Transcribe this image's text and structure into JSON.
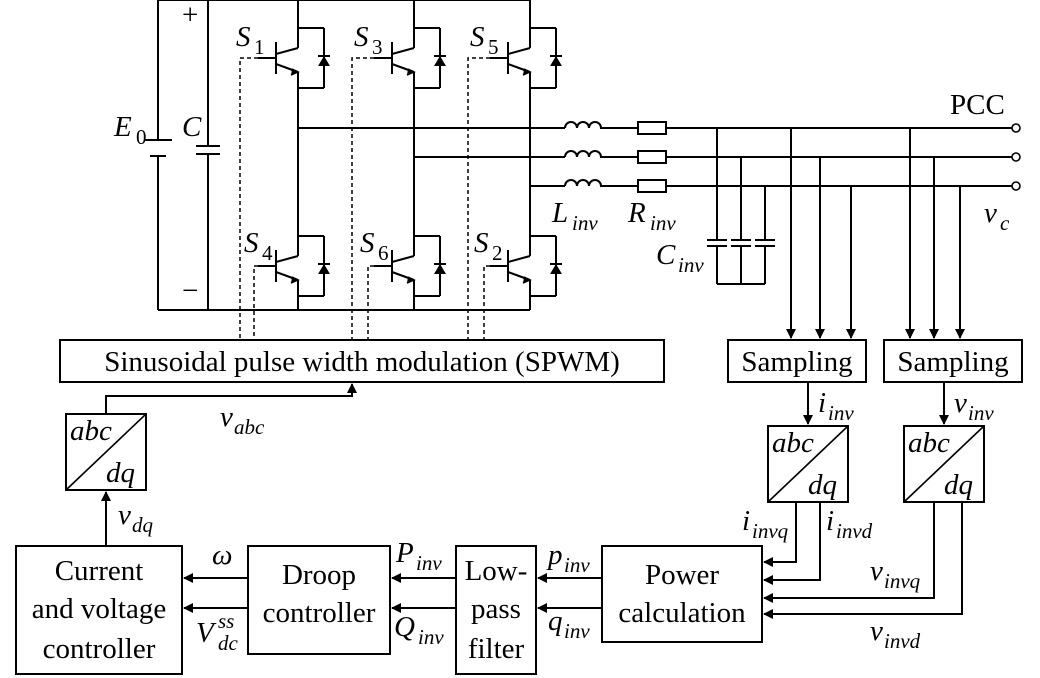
{
  "source": {
    "e": "E",
    "e_sub": "0",
    "cap": "C",
    "plus": "+",
    "minus": "−"
  },
  "switches": [
    {
      "name": "S",
      "sub": "1"
    },
    {
      "name": "S",
      "sub": "3"
    },
    {
      "name": "S",
      "sub": "5"
    },
    {
      "name": "S",
      "sub": "4"
    },
    {
      "name": "S",
      "sub": "6"
    },
    {
      "name": "S",
      "sub": "2"
    }
  ],
  "filter": {
    "l": "L",
    "l_sub": "inv",
    "r": "R",
    "r_sub": "inv",
    "c": "C",
    "c_sub": "inv"
  },
  "pcc": {
    "label": "PCC",
    "vc": "v",
    "vc_sub": "c"
  },
  "blocks": {
    "spwm": "Sinusoidal pulse width modulation (SPWM)",
    "sampling_i": "Sampling",
    "sampling_v": "Sampling",
    "transform_top": "abc",
    "transform_bottom": "dq",
    "power_calc": [
      "Power",
      "calculation"
    ],
    "lpf": [
      "Low-",
      "pass",
      "filter"
    ],
    "droop": [
      "Droop",
      "controller"
    ],
    "cv_controller": [
      "Current",
      "and voltage",
      "controller"
    ]
  },
  "signals": {
    "v_abc": {
      "v": "v",
      "sub": "abc"
    },
    "v_dq": {
      "v": "v",
      "sub": "dq"
    },
    "i_inv": {
      "v": "i",
      "sub": "inv"
    },
    "v_inv": {
      "v": "v",
      "sub": "inv"
    },
    "i_invq": {
      "v": "i",
      "sub": "invq"
    },
    "i_invd": {
      "v": "i",
      "sub": "invd"
    },
    "v_invq": {
      "v": "v",
      "sub": "invq"
    },
    "v_invd": {
      "v": "v",
      "sub": "invd"
    },
    "p_inv": {
      "v": "p",
      "sub": "inv"
    },
    "q_inv": {
      "v": "q",
      "sub": "inv"
    },
    "P_inv": {
      "v": "P",
      "sub": "inv"
    },
    "Q_inv": {
      "v": "Q",
      "sub": "inv"
    },
    "omega": "ω",
    "vdc": {
      "v": "V",
      "sub": "dc",
      "sup": "ss"
    }
  }
}
